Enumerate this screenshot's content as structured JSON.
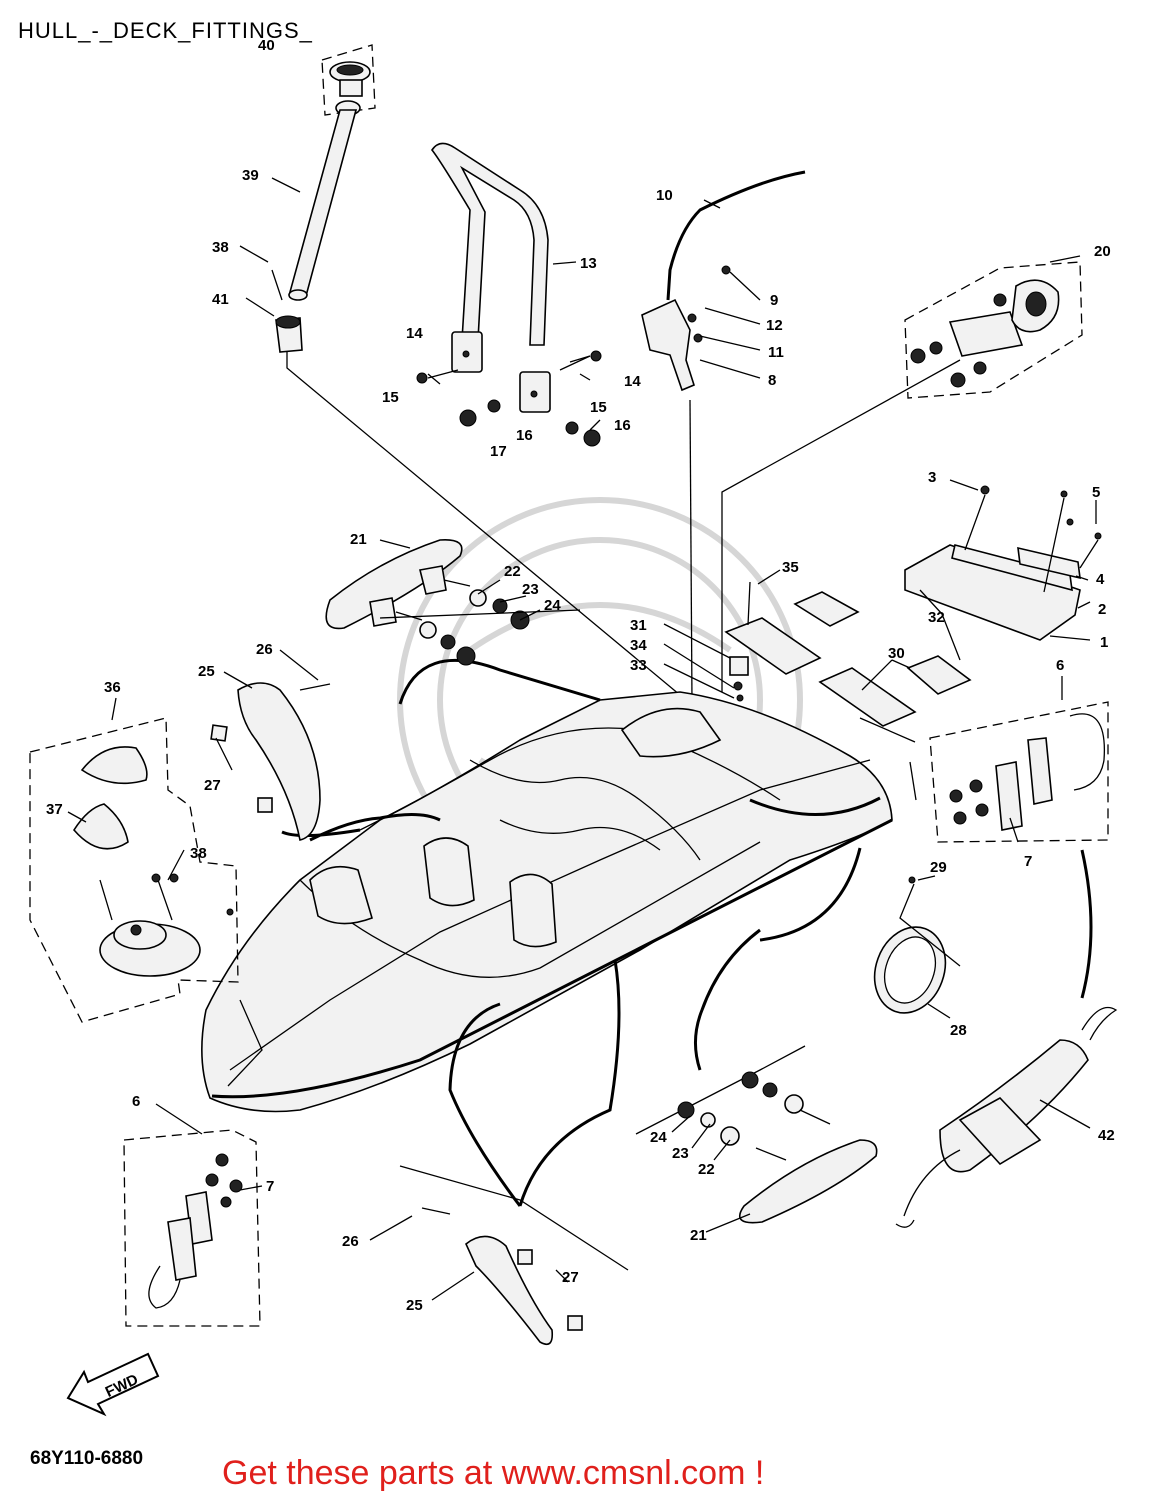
{
  "header": {
    "title": "HULL_-_DECK_FITTINGS_"
  },
  "footer": {
    "code": "68Y110-6880",
    "promo": "Get these parts at www.cmsnl.com !"
  },
  "fwd_label": "FWD",
  "callouts": [
    {
      "id": "c1",
      "label": "1"
    },
    {
      "id": "c2",
      "label": "2"
    },
    {
      "id": "c3",
      "label": "3"
    },
    {
      "id": "c4",
      "label": "4"
    },
    {
      "id": "c5",
      "label": "5"
    },
    {
      "id": "c6a",
      "label": "6"
    },
    {
      "id": "c6b",
      "label": "6"
    },
    {
      "id": "c7a",
      "label": "7"
    },
    {
      "id": "c7b",
      "label": "7"
    },
    {
      "id": "c8",
      "label": "8"
    },
    {
      "id": "c9",
      "label": "9"
    },
    {
      "id": "c10",
      "label": "10"
    },
    {
      "id": "c11",
      "label": "11"
    },
    {
      "id": "c12",
      "label": "12"
    },
    {
      "id": "c13",
      "label": "13"
    },
    {
      "id": "c14a",
      "label": "14"
    },
    {
      "id": "c14b",
      "label": "14"
    },
    {
      "id": "c15a",
      "label": "15"
    },
    {
      "id": "c15b",
      "label": "15"
    },
    {
      "id": "c16a",
      "label": "16"
    },
    {
      "id": "c16b",
      "label": "16"
    },
    {
      "id": "c17",
      "label": "17"
    },
    {
      "id": "c20",
      "label": "20"
    },
    {
      "id": "c21a",
      "label": "21"
    },
    {
      "id": "c21b",
      "label": "21"
    },
    {
      "id": "c22a",
      "label": "22"
    },
    {
      "id": "c22b",
      "label": "22"
    },
    {
      "id": "c23a",
      "label": "23"
    },
    {
      "id": "c23b",
      "label": "23"
    },
    {
      "id": "c24a",
      "label": "24"
    },
    {
      "id": "c24b",
      "label": "24"
    },
    {
      "id": "c25a",
      "label": "25"
    },
    {
      "id": "c25b",
      "label": "25"
    },
    {
      "id": "c26a",
      "label": "26"
    },
    {
      "id": "c26b",
      "label": "26"
    },
    {
      "id": "c27a",
      "label": "27"
    },
    {
      "id": "c27b",
      "label": "27"
    },
    {
      "id": "c28",
      "label": "28"
    },
    {
      "id": "c29",
      "label": "29"
    },
    {
      "id": "c30",
      "label": "30"
    },
    {
      "id": "c31",
      "label": "31"
    },
    {
      "id": "c32",
      "label": "32"
    },
    {
      "id": "c33",
      "label": "33"
    },
    {
      "id": "c34",
      "label": "34"
    },
    {
      "id": "c35",
      "label": "35"
    },
    {
      "id": "c36",
      "label": "36"
    },
    {
      "id": "c37",
      "label": "37"
    },
    {
      "id": "c38a",
      "label": "38"
    },
    {
      "id": "c38b",
      "label": "38"
    },
    {
      "id": "c39",
      "label": "39"
    },
    {
      "id": "c40",
      "label": "40"
    },
    {
      "id": "c41",
      "label": "41"
    },
    {
      "id": "c42",
      "label": "42"
    }
  ]
}
